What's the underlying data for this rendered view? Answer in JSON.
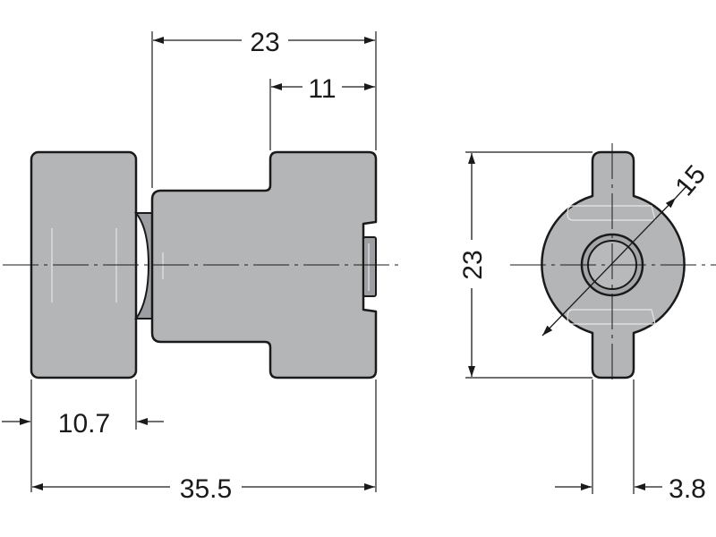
{
  "dimensions": {
    "top_width": "23",
    "top_small": "11",
    "left_flange": "10.7",
    "total_length": "35.5",
    "side_height": "23",
    "diameter": "15",
    "tab_width": "3.8"
  },
  "colors": {
    "part_fill": "#b4b5b7",
    "outline": "#1a1a1a",
    "background": "#ffffff"
  }
}
